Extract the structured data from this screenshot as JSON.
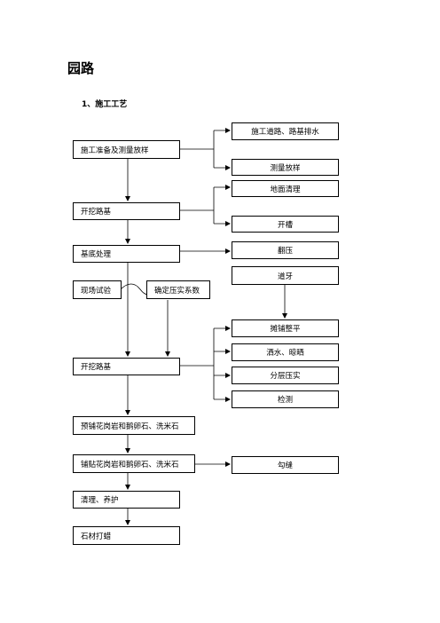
{
  "title": "园路",
  "subtitle": "1、施工工艺",
  "left": {
    "prep": "施工准备及测量放样",
    "excavate1": "开挖路基",
    "base": "基底处理",
    "trial": "现场试验",
    "coef": "确定压实系数",
    "excavate2": "开挖路基",
    "prelay": "预铺花岗岩和鹅卵石、洗米石",
    "lay": "铺贴花岗岩和鹅卵石、洗米石",
    "clean": "清理、养护",
    "polish": "石材打蜡"
  },
  "right": {
    "road": "施工道路、路基排水",
    "survey": "测量放样",
    "clear": "地面清理",
    "trench": "开槽",
    "roll": "翻压",
    "curb": "道牙",
    "spread": "摊铺整平",
    "water": "洒水、晾晒",
    "layer": "分层压实",
    "test": "检测",
    "joint": "勾缝"
  }
}
